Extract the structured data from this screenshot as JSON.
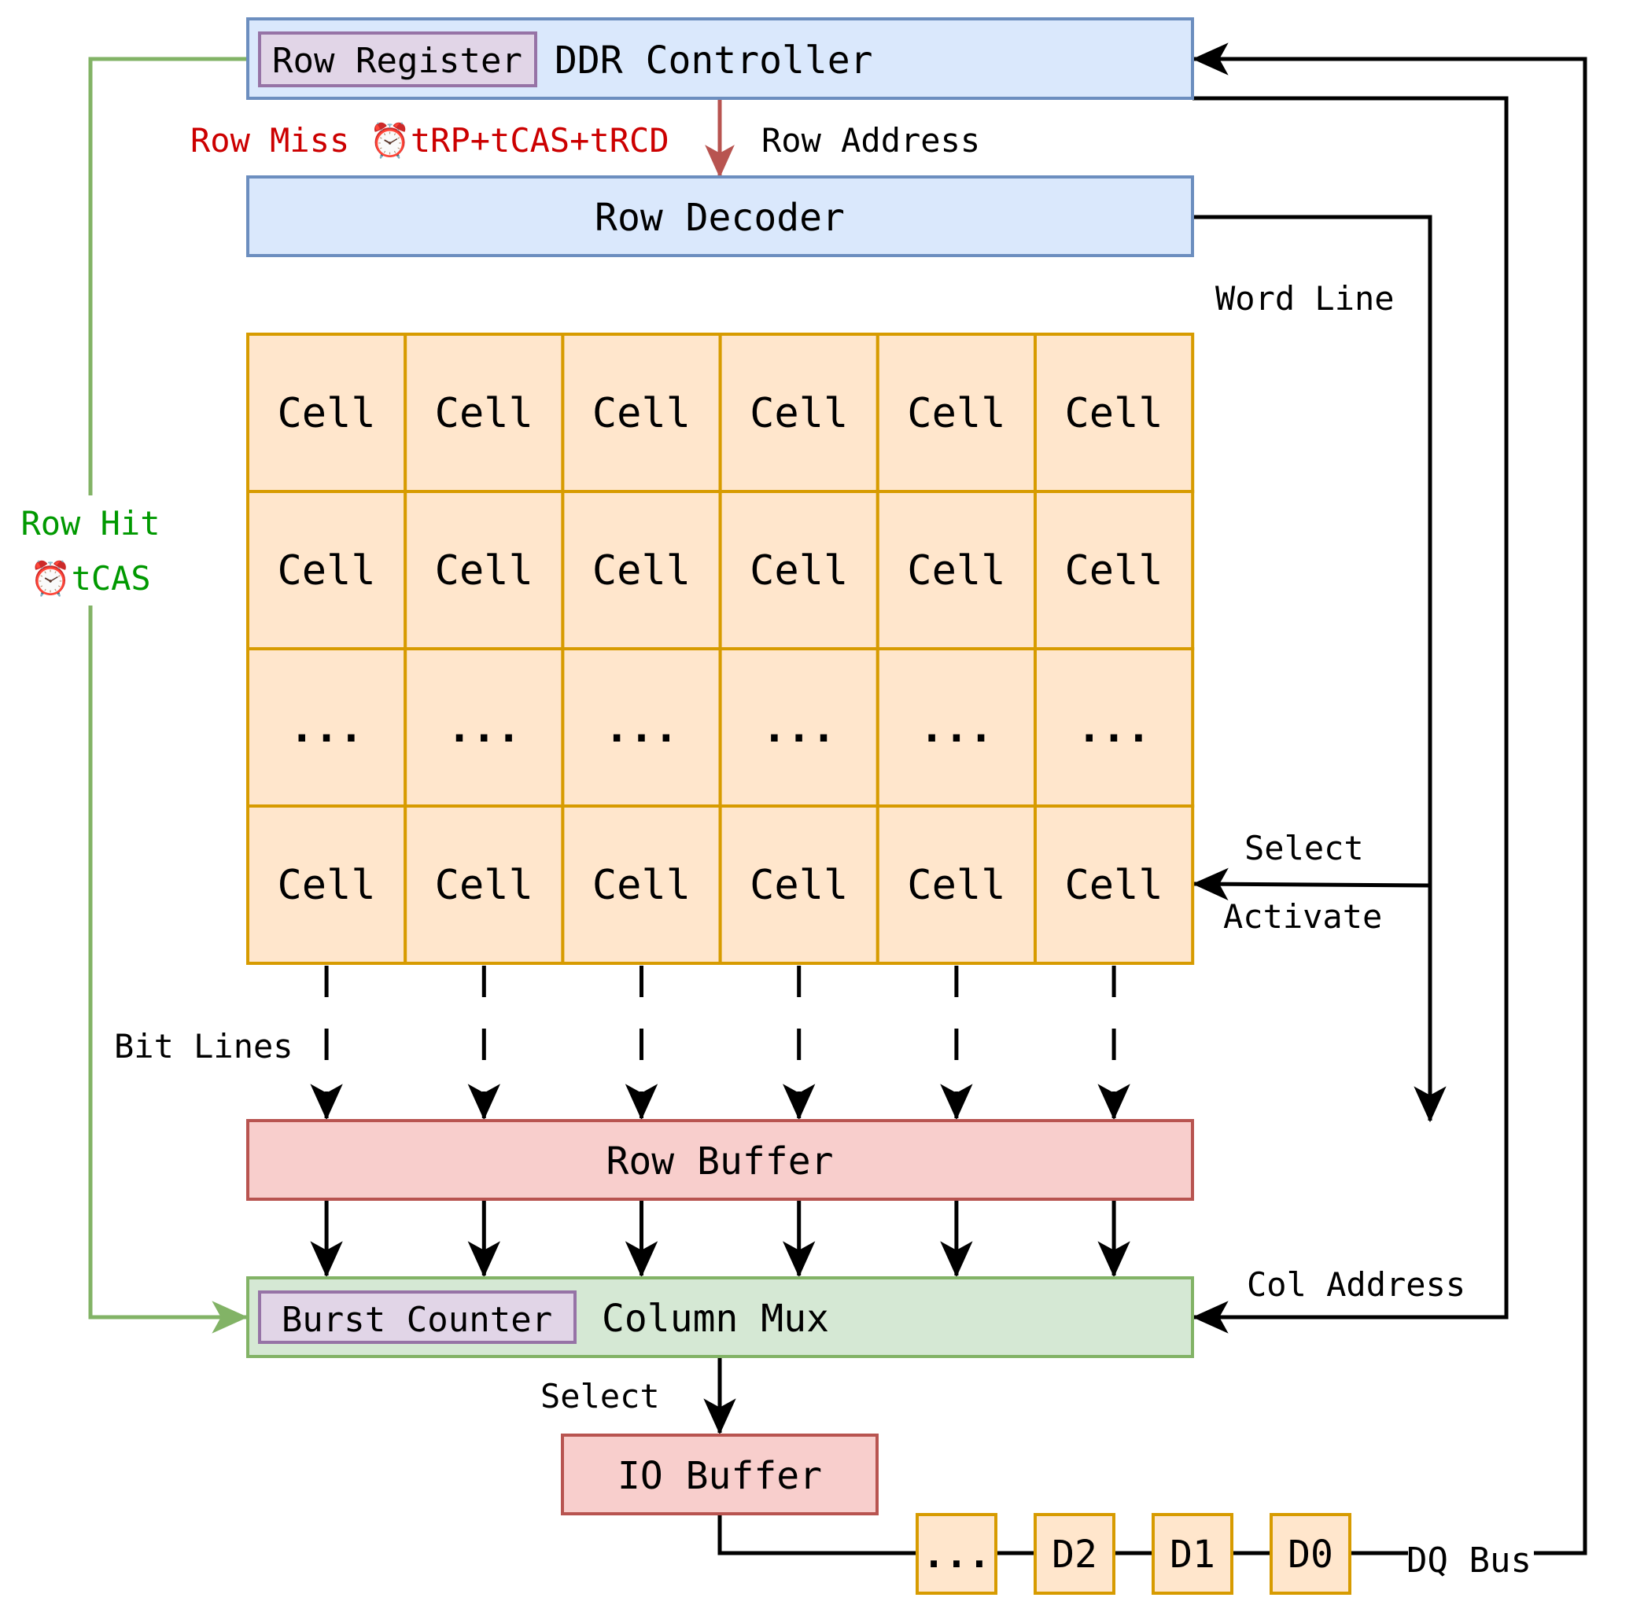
{
  "colors": {
    "blue_fill": "#dae8fc",
    "blue_stroke": "#6c8ebf",
    "purple_fill": "#e1d5e7",
    "purple_stroke": "#9673a6",
    "orange_fill": "#ffe6cc",
    "orange_stroke": "#d79b00",
    "red_fill": "#f8cecc",
    "red_stroke": "#b85450",
    "green_fill": "#d5e8d4",
    "green_stroke": "#82b366",
    "row_miss_text": "#cc0000",
    "row_hit_text": "#009900"
  },
  "controller": {
    "register_label": "Row Register",
    "label": "DDR Controller"
  },
  "row_decoder": {
    "label": "Row Decoder"
  },
  "row_miss": {
    "label": "Row Miss",
    "icon": "alarm-clock-icon",
    "timing": "tRP+tCAS+tRCD"
  },
  "row_address_label": "Row Address",
  "word_line_label": "Word Line",
  "select_label": "Select",
  "activate_label": "Activate",
  "cell_array": {
    "rows": [
      [
        "Cell",
        "Cell",
        "Cell",
        "Cell",
        "Cell",
        "Cell"
      ],
      [
        "Cell",
        "Cell",
        "Cell",
        "Cell",
        "Cell",
        "Cell"
      ],
      [
        "...",
        "...",
        "...",
        "...",
        "...",
        "..."
      ],
      [
        "Cell",
        "Cell",
        "Cell",
        "Cell",
        "Cell",
        "Cell"
      ]
    ]
  },
  "bit_lines_label": "Bit Lines",
  "row_buffer": {
    "label": "Row Buffer"
  },
  "column_mux": {
    "counter_label": "Burst Counter",
    "label": "Column Mux"
  },
  "col_address_label": "Col Address",
  "mux_select_label": "Select",
  "io_buffer": {
    "label": "IO Buffer"
  },
  "row_hit": {
    "label": "Row Hit",
    "icon": "alarm-clock-icon",
    "timing": "tCAS"
  },
  "dq_bus": {
    "label": "DQ Bus",
    "beats": [
      "...",
      "D2",
      "D1",
      "D0"
    ]
  },
  "icons": {
    "clock": "⏰"
  }
}
